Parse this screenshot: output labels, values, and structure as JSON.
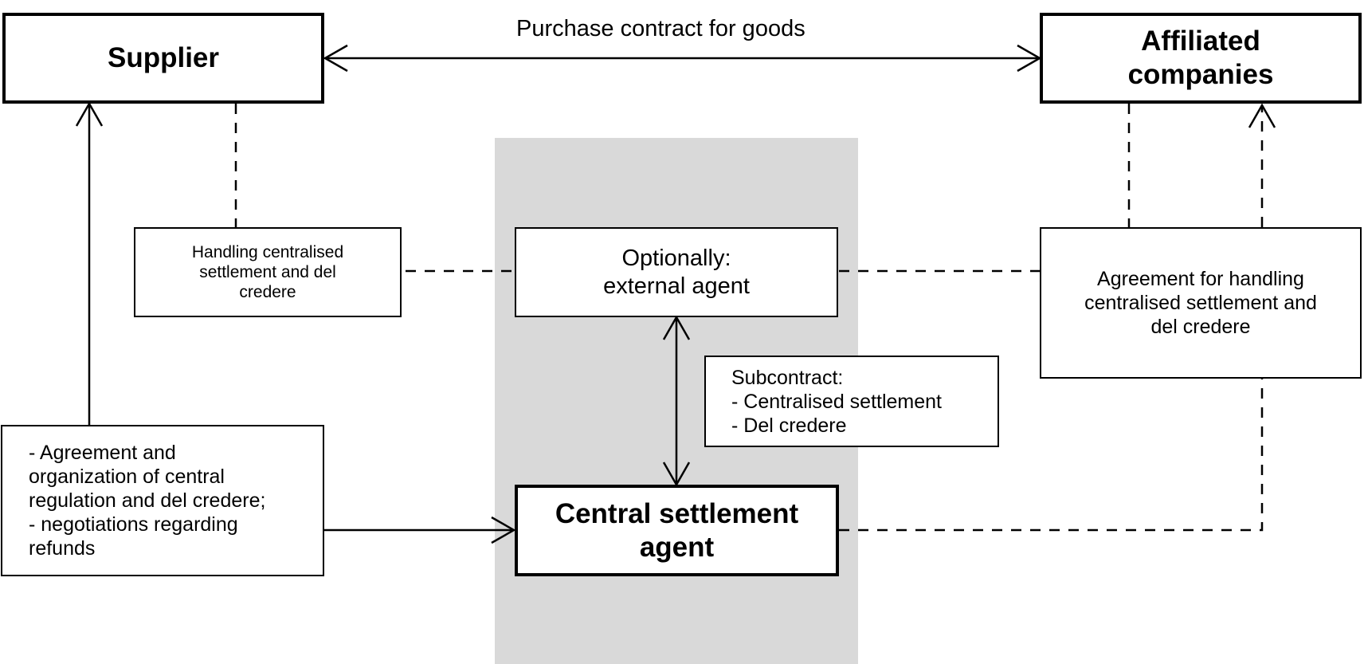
{
  "nodes": {
    "supplier": "Supplier",
    "affiliated": "Affiliated\ncompanies",
    "handling": "Handling centralised\nsettlement and del\ncredere",
    "external_agent": "Optionally:\nexternal agent",
    "agreement_right": "Agreement for handling\ncentralised settlement and\ndel credere",
    "subcontract": "Subcontract:\n- Centralised settlement\n- Del credere",
    "agreement_left": "- Agreement and\norganization of central\nregulation and del credere;\n- negotiations regarding\nrefunds",
    "central_agent": "Central settlement\nagent"
  },
  "edges": {
    "purchase_contract": "Purchase contract for goods"
  },
  "colors": {
    "band": "#d9d9d9",
    "line": "#000000"
  }
}
